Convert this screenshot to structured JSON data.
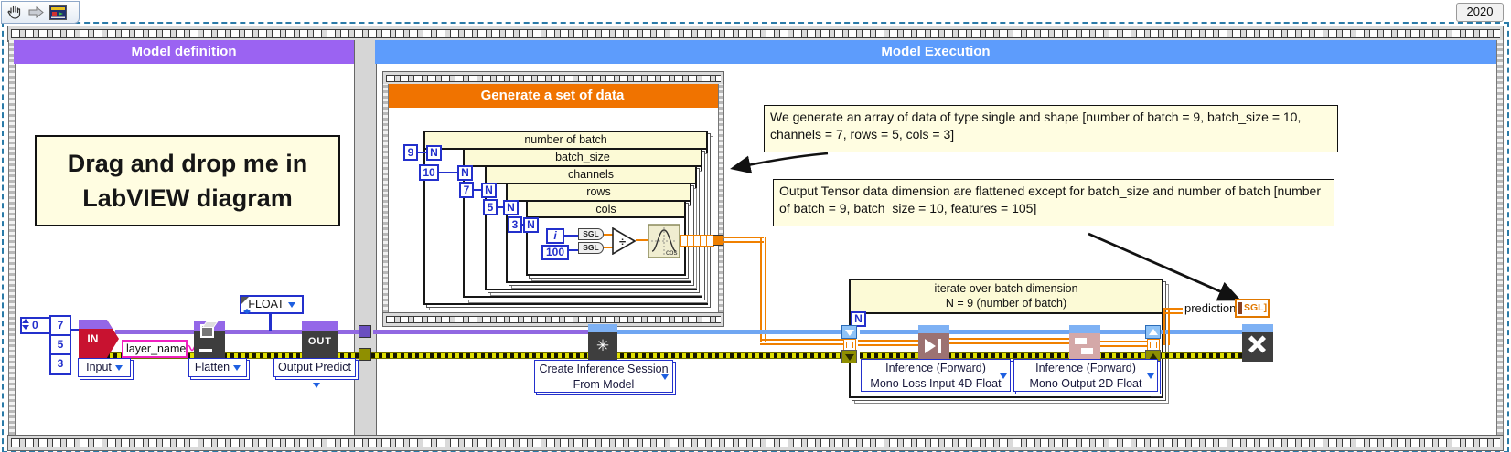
{
  "toolbar": {
    "tools": [
      "hand-tool",
      "wire-tool",
      "vi-icon"
    ]
  },
  "version_label": "2020",
  "frames": {
    "model_definition": {
      "title": "Model definition",
      "header_color": "#9B63F2"
    },
    "model_execution": {
      "title": "Model Execution",
      "header_color": "#5D9CFC"
    }
  },
  "drag_note": {
    "text": "Drag and drop me in LabVIEW diagram"
  },
  "model_def": {
    "index_const": "0",
    "array_values": [
      "7",
      "5",
      "3"
    ],
    "in_node": {
      "icon_text": "IN",
      "label": "Input"
    },
    "layer_name_value": "layer_name",
    "flatten_node": {
      "label": "Flatten"
    },
    "float_enum": "FLOAT",
    "out_node": {
      "icon_text": "OUT",
      "label": "Output Predict"
    }
  },
  "generate": {
    "title": "Generate a set of data",
    "header_color": "#F07300",
    "loops": [
      {
        "count": "9",
        "terminal": "N",
        "label": "number of batch"
      },
      {
        "count": "10",
        "terminal": "N",
        "label": "batch_size"
      },
      {
        "count": "7",
        "terminal": "N",
        "label": "channels"
      },
      {
        "count": "5",
        "terminal": "N",
        "label": "rows"
      },
      {
        "count": "3",
        "terminal": "N",
        "label": "cols"
      }
    ],
    "iteration_terminal": "i",
    "divisor_const": "100",
    "sgl_cast_1": "SGL",
    "sgl_cast_2": "SGL",
    "divide_glyph": "÷",
    "cos_label": "cos"
  },
  "comments": {
    "generate_note": "We generate an array of data of type single and shape [number of batch = 9, batch_size = 10, channels = 7, rows = 5, cols = 3]",
    "output_note": "Output Tensor data dimension are flattened except for batch_size and number of batch [number of batch = 9, batch_size = 10, features = 105]"
  },
  "session_node": {
    "burst_glyph": "✳",
    "label_line1": "Create Inference Session",
    "label_line2": "From Model"
  },
  "batch_loop": {
    "title_line1": "iterate over batch dimension",
    "title_line2": "N = 9 (number of batch)",
    "count_terminal": "N",
    "nodes": [
      {
        "label_line1": "Inference (Forward)",
        "label_line2": "Mono Loss Input 4D Float"
      },
      {
        "label_line1": "Inference (Forward)",
        "label_line2": "Mono Output 2D Float"
      }
    ]
  },
  "prediction": {
    "label": "prediction",
    "indicator": "SGL]"
  },
  "colors": {
    "model_wire": "#9168E2",
    "session_wire": "#6FA6F2",
    "data_wire": "#F08000",
    "error_wire": "#DFDF00"
  }
}
